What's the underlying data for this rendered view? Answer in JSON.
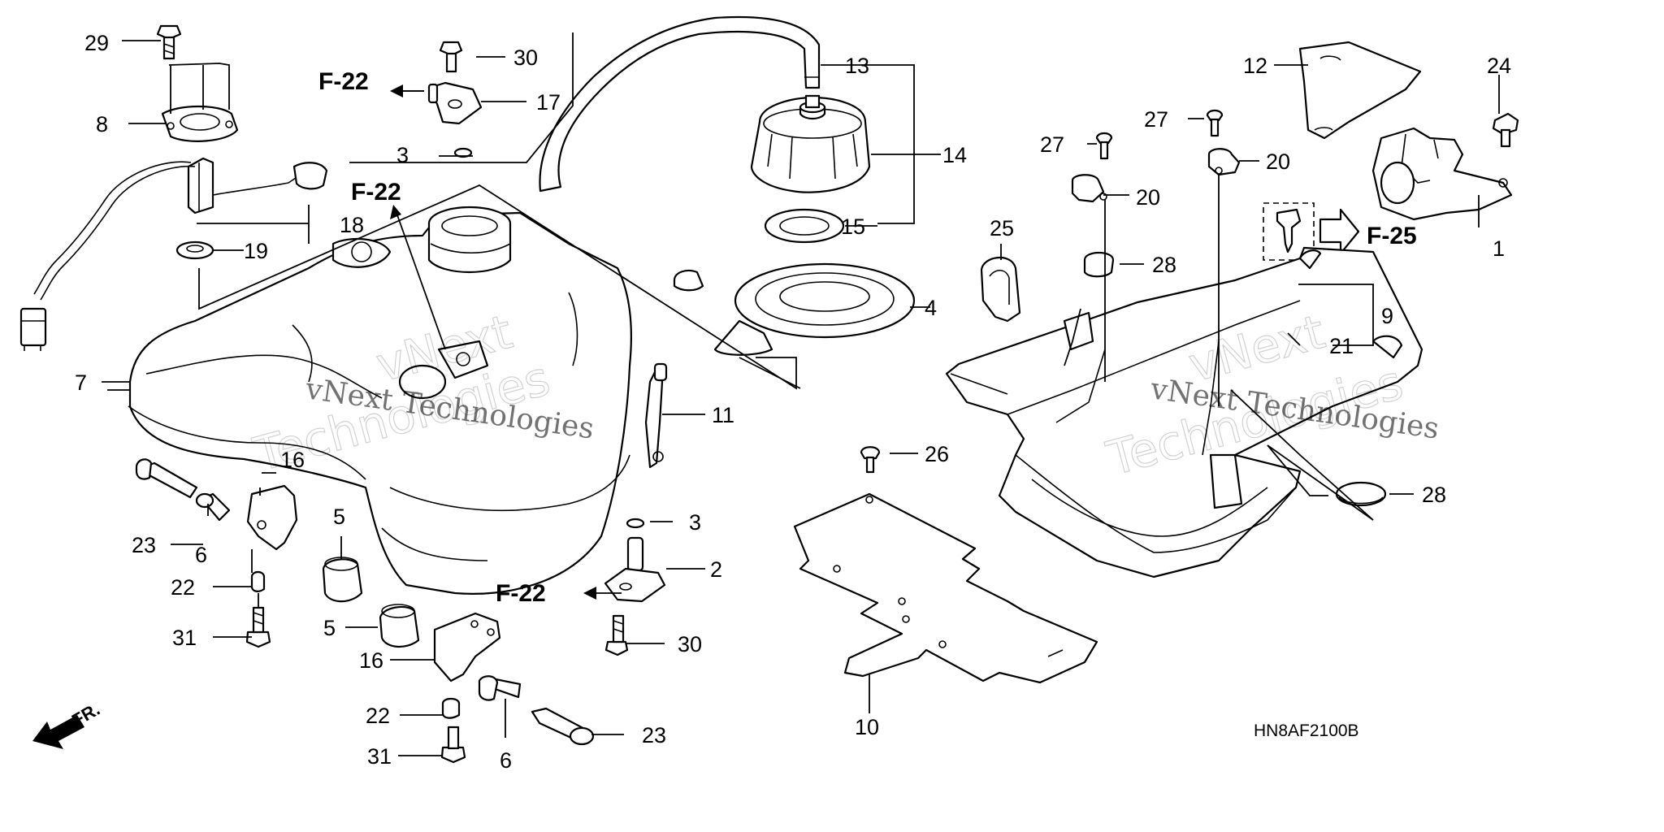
{
  "callouts": {
    "c1": "1",
    "c2": "2",
    "c3a": "3",
    "c3b": "3",
    "c4": "4",
    "c5a": "5",
    "c5b": "5",
    "c6a": "6",
    "c6b": "6",
    "c7": "7",
    "c8": "8",
    "c9": "9",
    "c10": "10",
    "c11": "11",
    "c12": "12",
    "c13": "13",
    "c14": "14",
    "c15": "15",
    "c16a": "16",
    "c16b": "16",
    "c17": "17",
    "c18": "18",
    "c19": "19",
    "c20a": "20",
    "c20b": "20",
    "c21": "21",
    "c22a": "22",
    "c22b": "22",
    "c23a": "23",
    "c23b": "23",
    "c24": "24",
    "c25": "25",
    "c26": "26",
    "c27a": "27",
    "c27b": "27",
    "c28a": "28",
    "c28b": "28",
    "c29": "29",
    "c30a": "30",
    "c30b": "30",
    "c31a": "31",
    "c31b": "31"
  },
  "references": {
    "f22_top": "F-22",
    "f22_tank": "F-22",
    "f22_bottom": "F-22",
    "f25": "F-25"
  },
  "direction_label": "FR.",
  "diagram_code": "HN8AF2100B",
  "watermark": {
    "line1": "vNext Technologies",
    "line2": "vNext",
    "line3": "Technologies"
  }
}
